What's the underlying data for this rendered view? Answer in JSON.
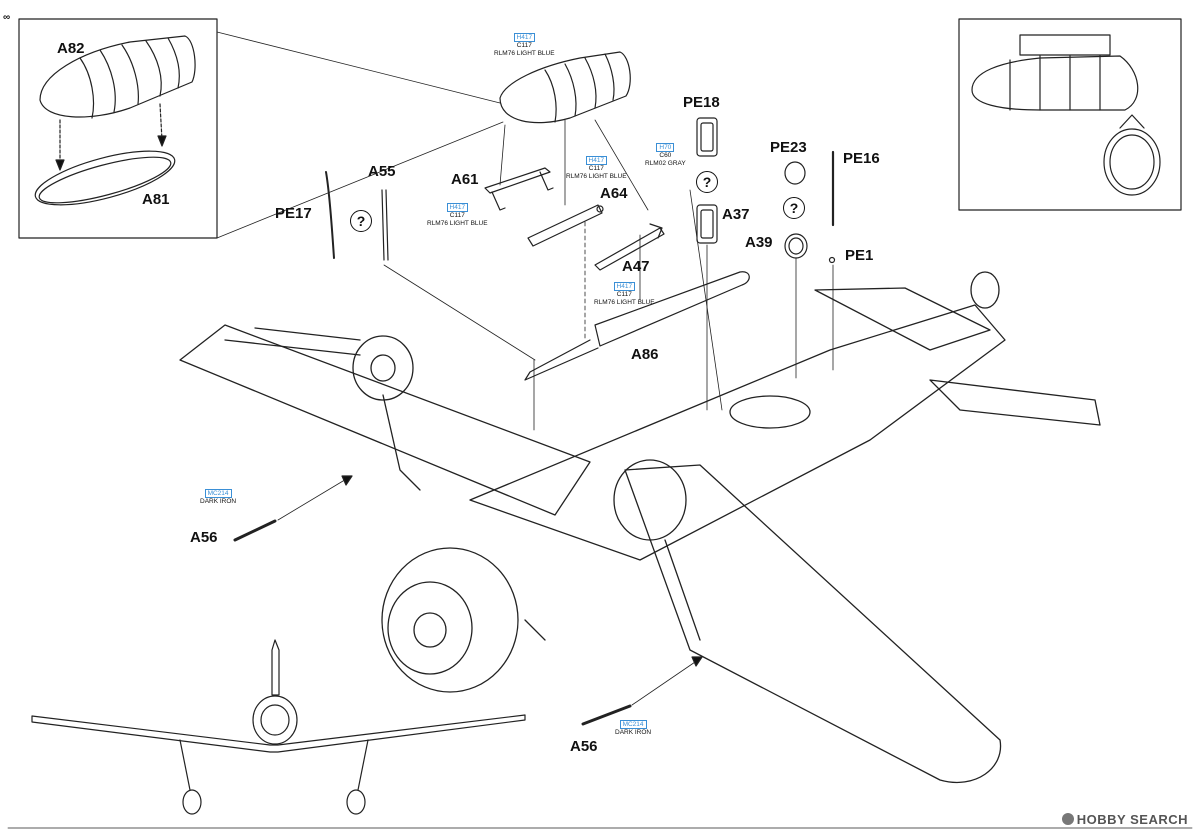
{
  "page_number": "∞",
  "parts": {
    "a82": "A82",
    "a81": "A81",
    "a61": "A61",
    "a64": "A64",
    "a47": "A47",
    "a55": "A55",
    "pe17": "PE17",
    "pe18": "PE18",
    "a37": "A37",
    "pe23": "PE23",
    "a39": "A39",
    "pe16": "PE16",
    "pe1": "PE1",
    "a86": "A86",
    "a56_left": "A56",
    "a56_bottom": "A56"
  },
  "paints": {
    "tank": {
      "code": "H417",
      "line1": "C117",
      "line2": "RLM76 LIGHT BLUE"
    },
    "a61": {
      "code": "H417",
      "line1": "C117",
      "line2": "RLM76 LIGHT BLUE"
    },
    "a64": {
      "code": "H417",
      "line1": "C117",
      "line2": "RLM76 LIGHT BLUE"
    },
    "a47": {
      "code": "H417",
      "line1": "C117",
      "line2": "RLM76 LIGHT BLUE"
    },
    "pe18": {
      "code": "H70",
      "line1": "C60",
      "line2": "RLM02 GRAY"
    },
    "a56_left": {
      "code": "MC214",
      "line1": "DARK IRON",
      "line2": ""
    },
    "a56_bottom": {
      "code": "MC214",
      "line1": "DARK IRON",
      "line2": ""
    }
  },
  "question_mark": "?",
  "watermark": "HOBBY SEARCH"
}
